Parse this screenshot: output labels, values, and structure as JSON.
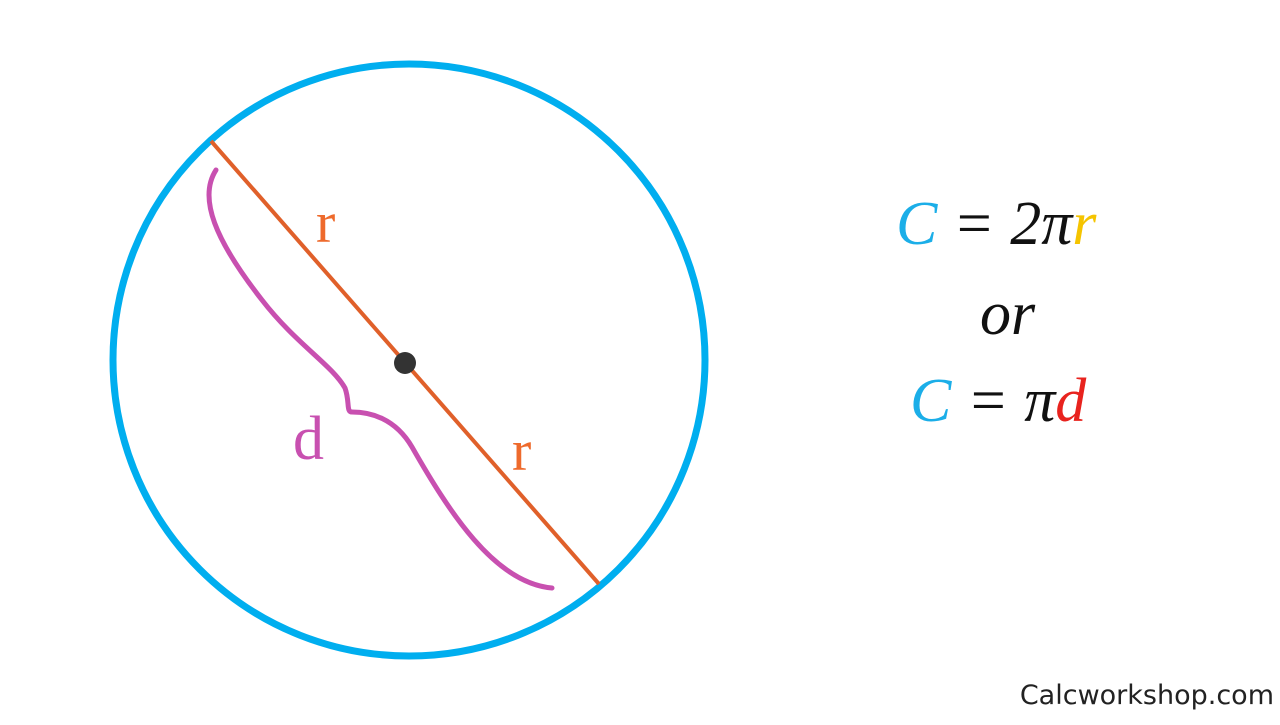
{
  "diagram": {
    "radius_label_1": "r",
    "radius_label_2": "r",
    "diameter_label": "d"
  },
  "formulas": {
    "first": {
      "c": "C",
      "equals": " = 2π",
      "var": "r"
    },
    "or": "or",
    "second": {
      "c": "C",
      "equals": " = π",
      "var": "d"
    }
  },
  "watermark": "Calcworkshop.com",
  "colors": {
    "circle": "#00AEEF",
    "diameter_line": "#E0602A",
    "radius_label": "#EE6A2C",
    "brace": "#C850B0",
    "center_point": "#333333",
    "c_symbol": "#1BAEE8",
    "r_var": "#F5C400",
    "d_var": "#E8231E",
    "text": "#111111"
  }
}
